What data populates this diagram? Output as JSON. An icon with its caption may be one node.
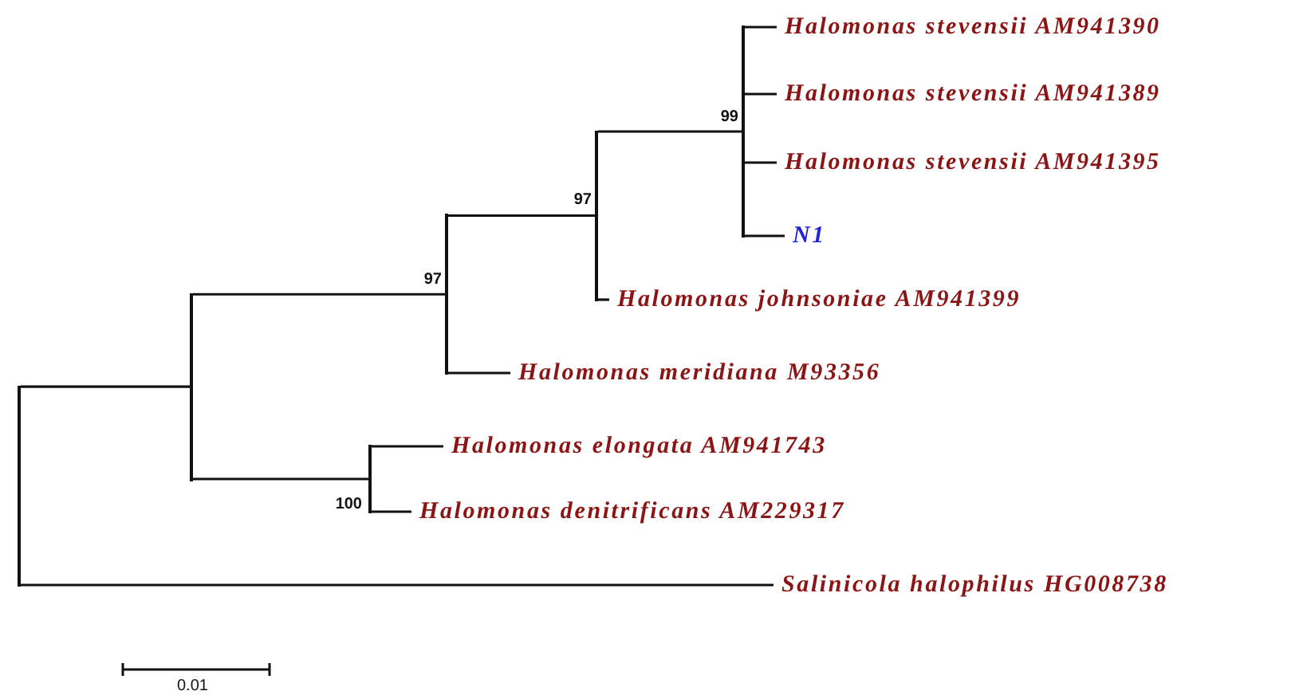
{
  "diagram": {
    "nodes": [
      {
        "text": [],
        "shape": "bar"
      },
      {
        "text": [],
        "shape": "bar"
      },
      {
        "text": [],
        "shape": "bar",
        "beside": [
          "97"
        ]
      },
      {
        "text": [],
        "shape": "bar",
        "beside": [
          "97"
        ]
      },
      {
        "text": [],
        "shape": "bar",
        "beside": [
          "99"
        ]
      },
      {
        "text": [
          "Halomonas stevensii AM941390"
        ]
      },
      {
        "text": [
          "Halomonas stevensii AM941389"
        ]
      },
      {
        "text": [
          "Halomonas stevensii AM941395"
        ]
      },
      {
        "text": [
          "N1"
        ]
      },
      {
        "text": [
          "Halomonas johnsoniae AM941399"
        ]
      },
      {
        "text": [
          "Halomonas meridiana M93356"
        ]
      },
      {
        "text": [],
        "shape": "bar",
        "beside": [
          "100"
        ]
      },
      {
        "text": [
          "Halomonas elongata AM941743"
        ]
      },
      {
        "text": [
          "Halomonas denitrificans AM229317"
        ]
      },
      {
        "text": [
          "Salinicola halophilus HG008738"
        ]
      }
    ],
    "edges": [
      {
        "from": 0,
        "to": 1,
        "arrow": "none"
      },
      {
        "from": 0,
        "to": 14,
        "arrow": "none"
      },
      {
        "from": 1,
        "to": 2,
        "arrow": "none"
      },
      {
        "from": 1,
        "to": 11,
        "arrow": "none"
      },
      {
        "from": 2,
        "to": 3,
        "arrow": "none"
      },
      {
        "from": 2,
        "to": 10,
        "arrow": "none"
      },
      {
        "from": 3,
        "to": 4,
        "arrow": "none"
      },
      {
        "from": 3,
        "to": 9,
        "arrow": "none"
      },
      {
        "from": 4,
        "to": 5,
        "arrow": "none"
      },
      {
        "from": 4,
        "to": 6,
        "arrow": "none"
      },
      {
        "from": 4,
        "to": 7,
        "arrow": "none"
      },
      {
        "from": 4,
        "to": 8,
        "arrow": "none"
      },
      {
        "from": 11,
        "to": 12,
        "arrow": "none"
      },
      {
        "from": 11,
        "to": 13,
        "arrow": "none"
      }
    ],
    "labels": [
      "0.01"
    ]
  }
}
